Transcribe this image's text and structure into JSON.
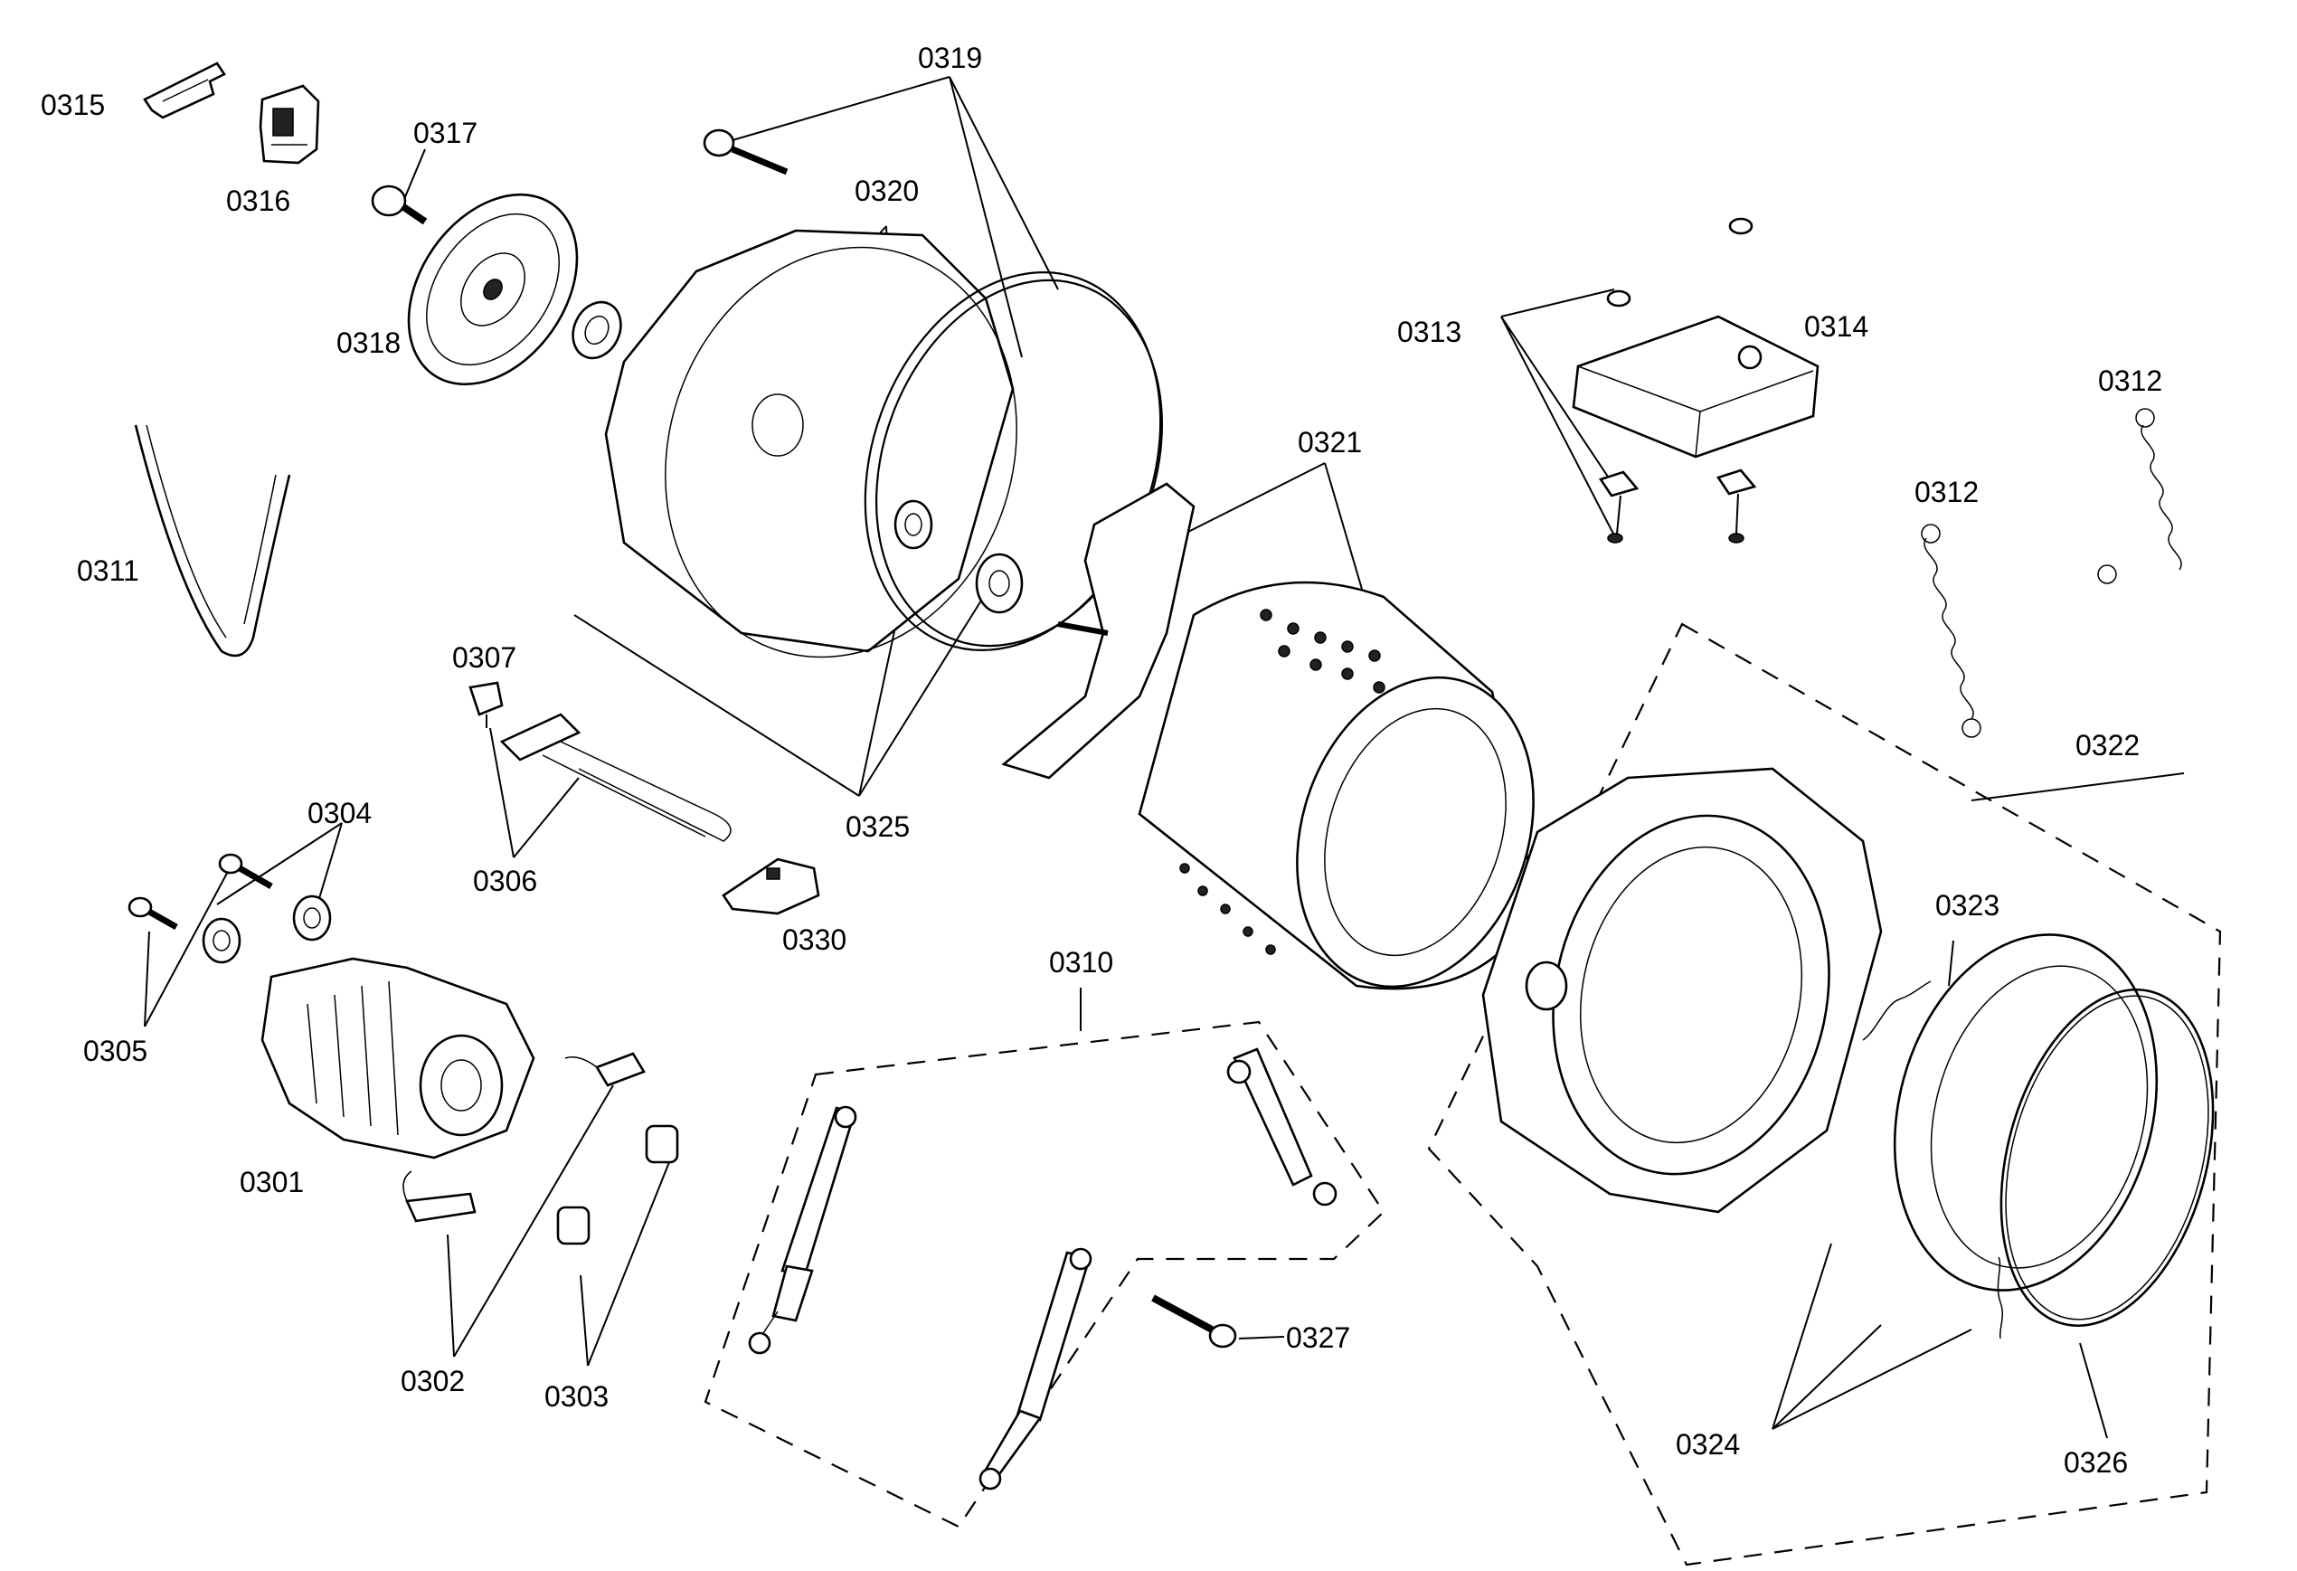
{
  "labels": {
    "p0301": "0301",
    "p0302": "0302",
    "p0303": "0303",
    "p0304": "0304",
    "p0305": "0305",
    "p0306": "0306",
    "p0307": "0307",
    "p0310": "0310",
    "p0311": "0311",
    "p0312a": "0312",
    "p0312b": "0312",
    "p0313": "0313",
    "p0314": "0314",
    "p0315": "0315",
    "p0316": "0316",
    "p0317": "0317",
    "p0318": "0318",
    "p0319": "0319",
    "p0320": "0320",
    "p0321": "0321",
    "p0322": "0322",
    "p0323": "0323",
    "p0324": "0324",
    "p0325": "0325",
    "p0326": "0326",
    "p0327": "0327",
    "p0330": "0330"
  }
}
